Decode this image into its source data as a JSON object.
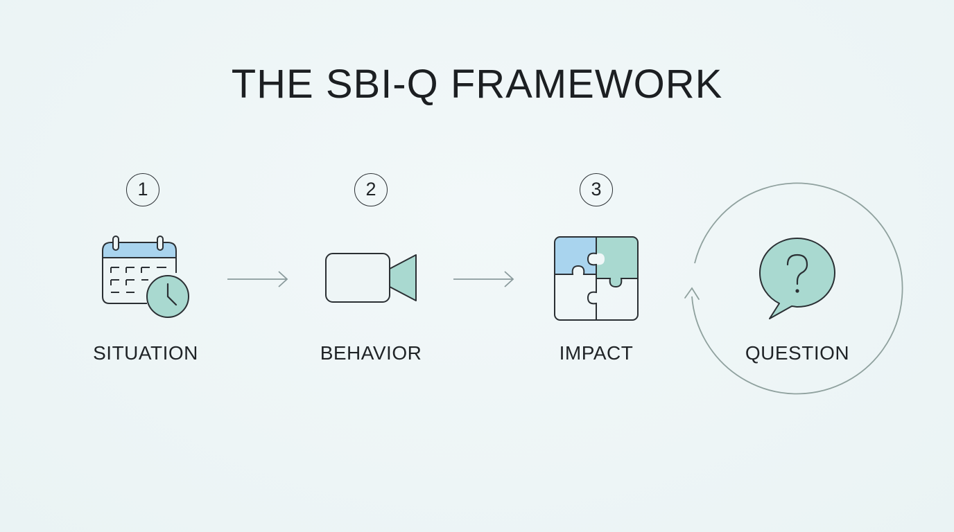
{
  "title": "THE SBI-Q FRAMEWORK",
  "steps": [
    {
      "number": "1",
      "label": "SITUATION",
      "icon": "calendar-clock-icon"
    },
    {
      "number": "2",
      "label": "BEHAVIOR",
      "icon": "video-camera-icon"
    },
    {
      "number": "3",
      "label": "IMPACT",
      "icon": "puzzle-icon"
    },
    {
      "number": "",
      "label": "QUESTION",
      "icon": "question-bubble-icon"
    }
  ],
  "colors": {
    "background": "#eef5f6",
    "stroke": "#2a2f33",
    "accent_blue": "#a9d4ee",
    "accent_teal": "#a9d9d0",
    "arrow": "#8a9a9c",
    "cycle": "#8fa19e"
  }
}
